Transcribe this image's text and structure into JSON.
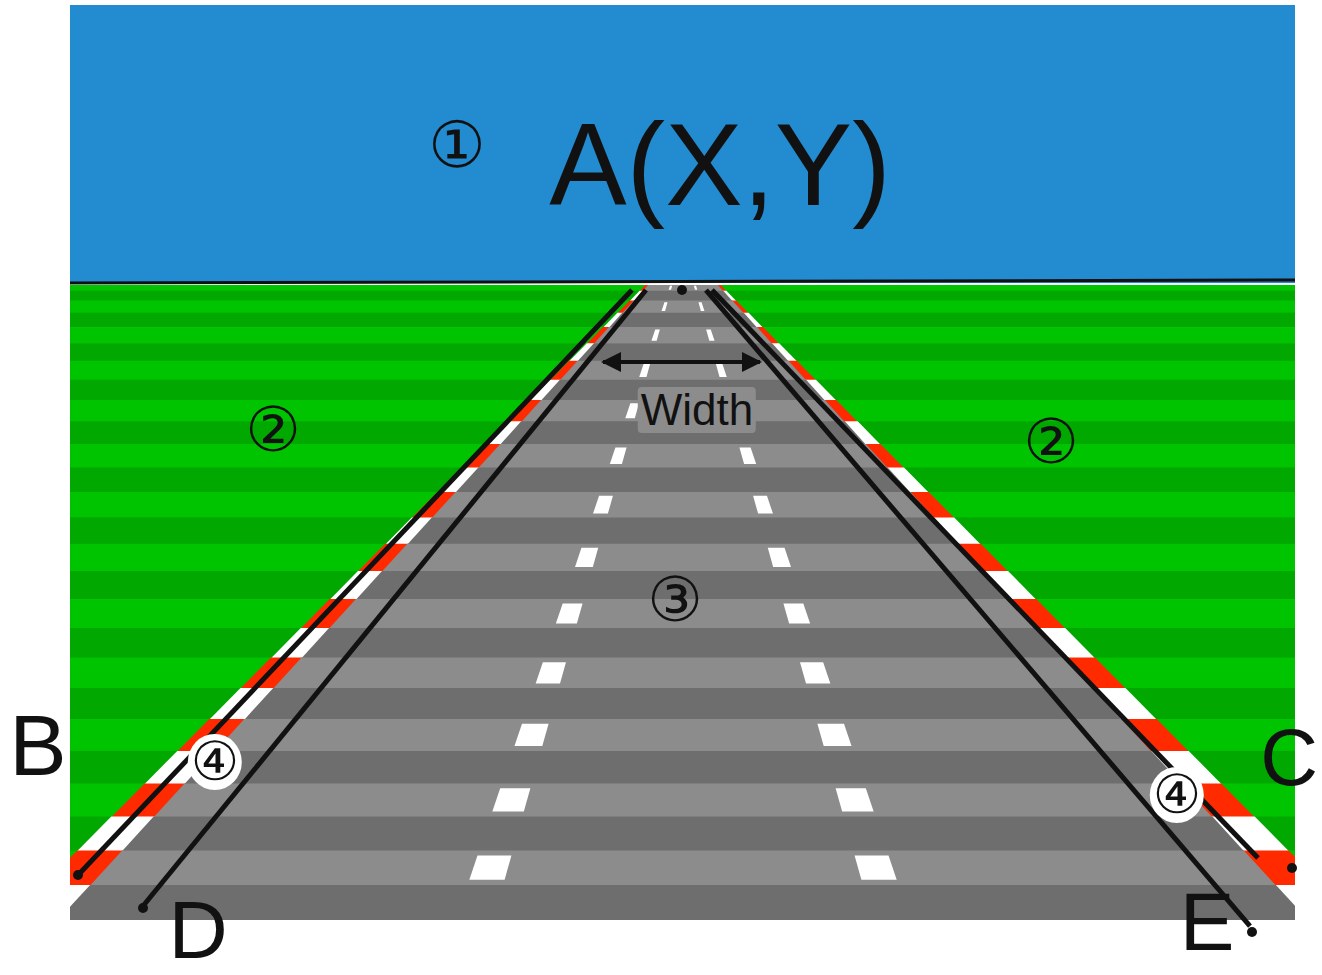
{
  "diagram": {
    "labels": [
      "①",
      "A(X,Y)",
      "②",
      "②",
      "Width",
      "③",
      "B",
      "④",
      "C",
      "④",
      "D",
      "E"
    ]
  }
}
